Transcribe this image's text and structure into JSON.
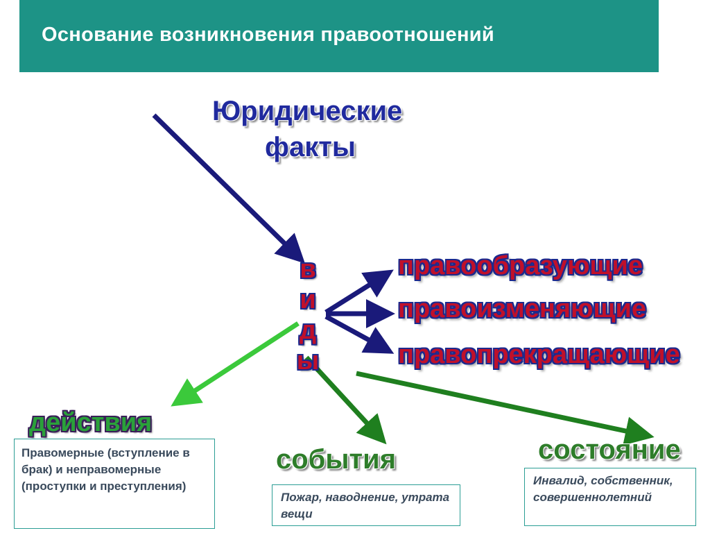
{
  "title": "Основание возникновения правоотношений",
  "center": {
    "heading_line1": "Юридические",
    "heading_line2": "факты",
    "vertical_letters": [
      "в",
      "и",
      "д",
      "ы"
    ]
  },
  "types": [
    "правообразующие",
    "правоизменяющие",
    "правопрекращающие"
  ],
  "categories": {
    "actions": {
      "label": "действия",
      "box_text": "Правомерные (вступление в брак) и неправомерные (проступки и преступления)"
    },
    "events": {
      "label": "события",
      "box_text": "Пожар, наводнение, утрата вещи"
    },
    "states": {
      "label": "состояние",
      "box_text": "Инвалид, собственник, совершеннолетний"
    }
  },
  "colors": {
    "title_bar": "#1d9386",
    "navy_arrow": "#1a1a7a",
    "green_arrow_light": "#3bc93b",
    "green_arrow_dark": "#1f7f1f",
    "box_border": "#2a9d94"
  }
}
